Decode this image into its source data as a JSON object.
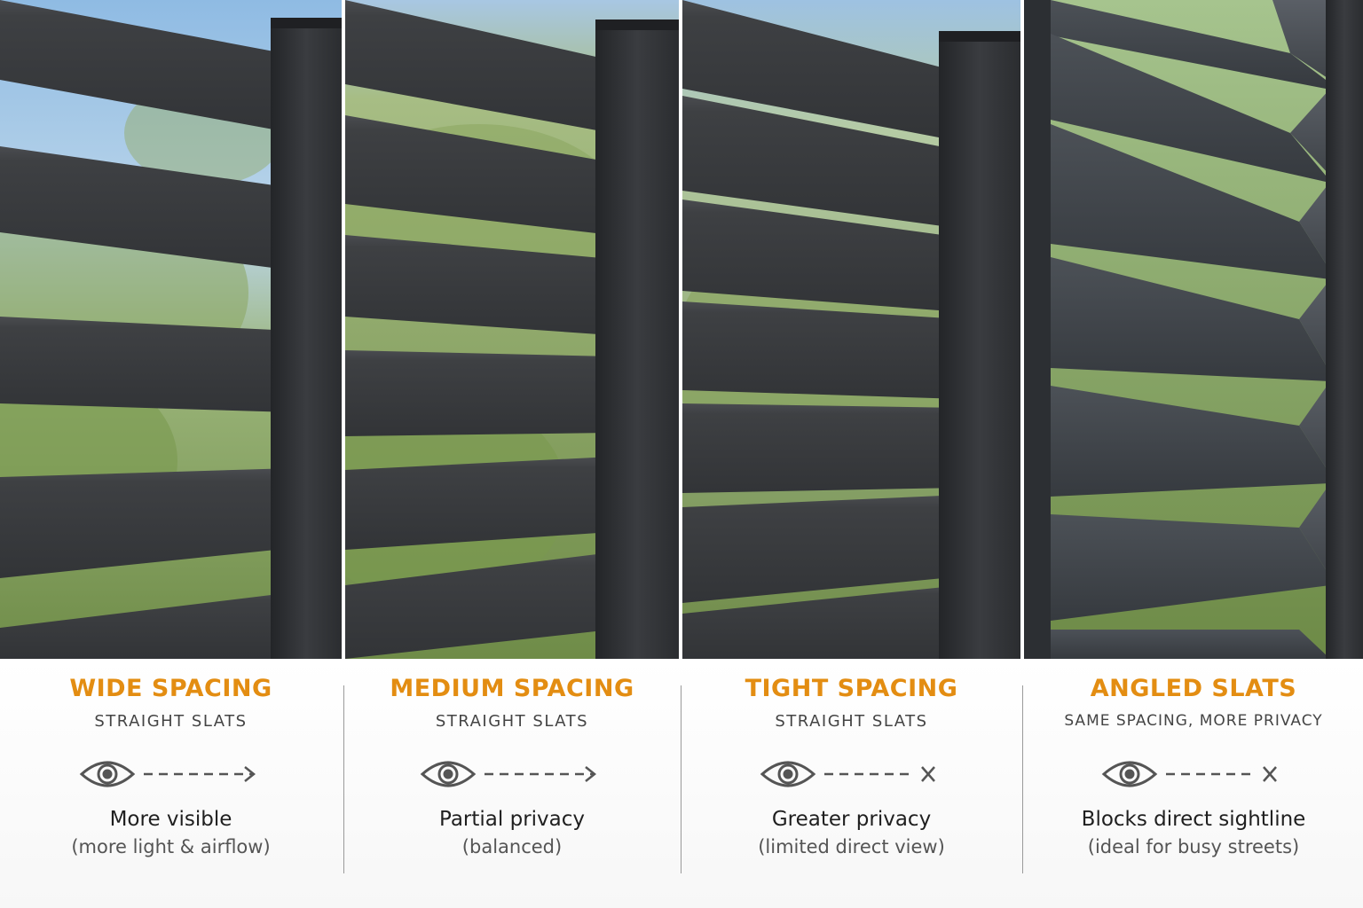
{
  "theme": {
    "accent": "#e38d12",
    "slat": "#3b3d40",
    "post": "#2a2c2f",
    "sky": "#a9cbe8",
    "foliage": "#7d9a52"
  },
  "panels": [
    {
      "title": "WIDE SPACING",
      "subtitle": "STRAIGHT SLATS",
      "view": "open",
      "view_icons": [
        "eye-icon",
        "dashed-arrow-icon"
      ],
      "line1": "More visible",
      "line2": "(more light & airflow)"
    },
    {
      "title": "MEDIUM SPACING",
      "subtitle": "STRAIGHT SLATS",
      "view": "open",
      "view_icons": [
        "eye-icon",
        "dashed-arrow-icon"
      ],
      "line1": "Partial privacy",
      "line2": "(balanced)"
    },
    {
      "title": "TIGHT SPACING",
      "subtitle": "STRAIGHT SLATS",
      "view": "blocked",
      "view_icons": [
        "eye-icon",
        "dashed-line-x-icon"
      ],
      "line1": "Greater privacy",
      "line2": "(limited direct view)"
    },
    {
      "title": "ANGLED SLATS",
      "subtitle": "SAME SPACING, MORE PRIVACY",
      "view": "blocked",
      "view_icons": [
        "eye-icon",
        "dashed-line-x-icon"
      ],
      "line1": "Blocks direct sightline",
      "line2": "(ideal for busy streets)"
    }
  ]
}
